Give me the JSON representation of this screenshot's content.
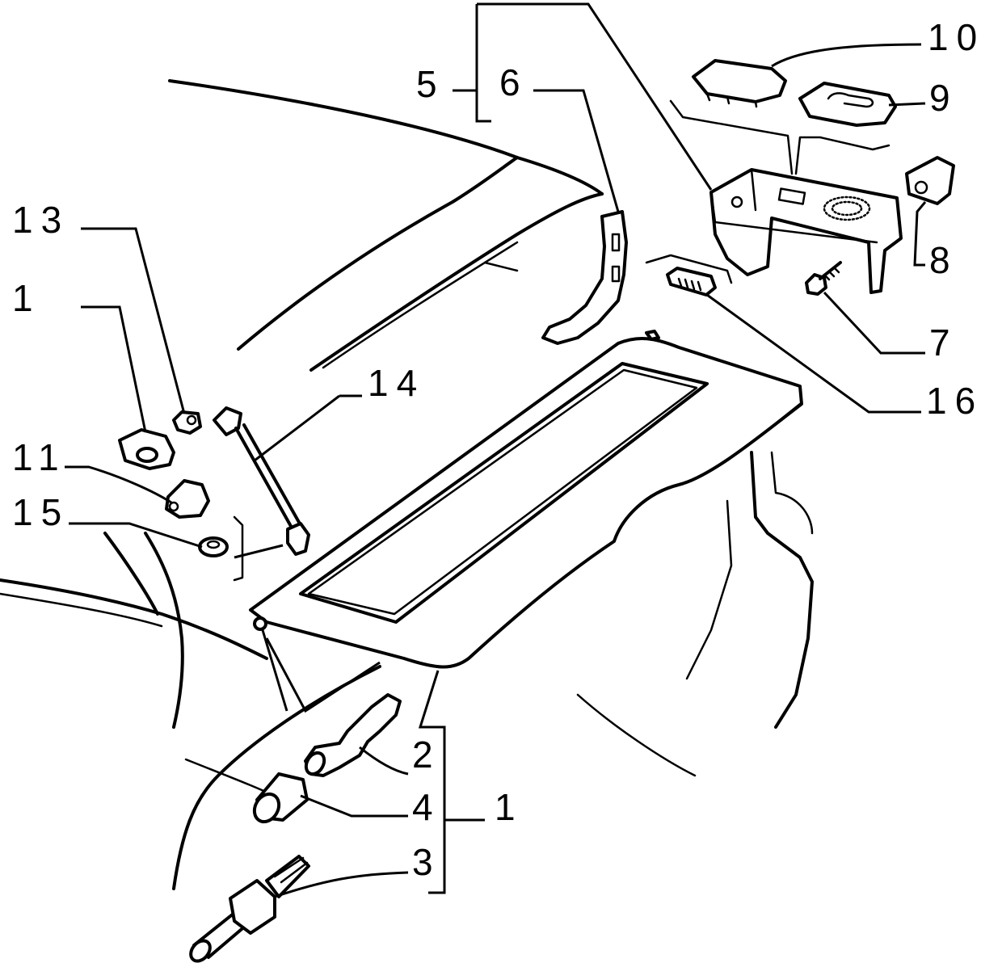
{
  "callouts": {
    "c10": "10",
    "c9": "9",
    "c5": "5",
    "c6": "6",
    "c13": "13",
    "c1_left": "1",
    "c8": "8",
    "c7": "7",
    "c14": "14",
    "c16": "16",
    "c11": "11",
    "c15": "15",
    "c2": "2",
    "c4": "4",
    "c1_bottom": "1",
    "c3": "3"
  }
}
